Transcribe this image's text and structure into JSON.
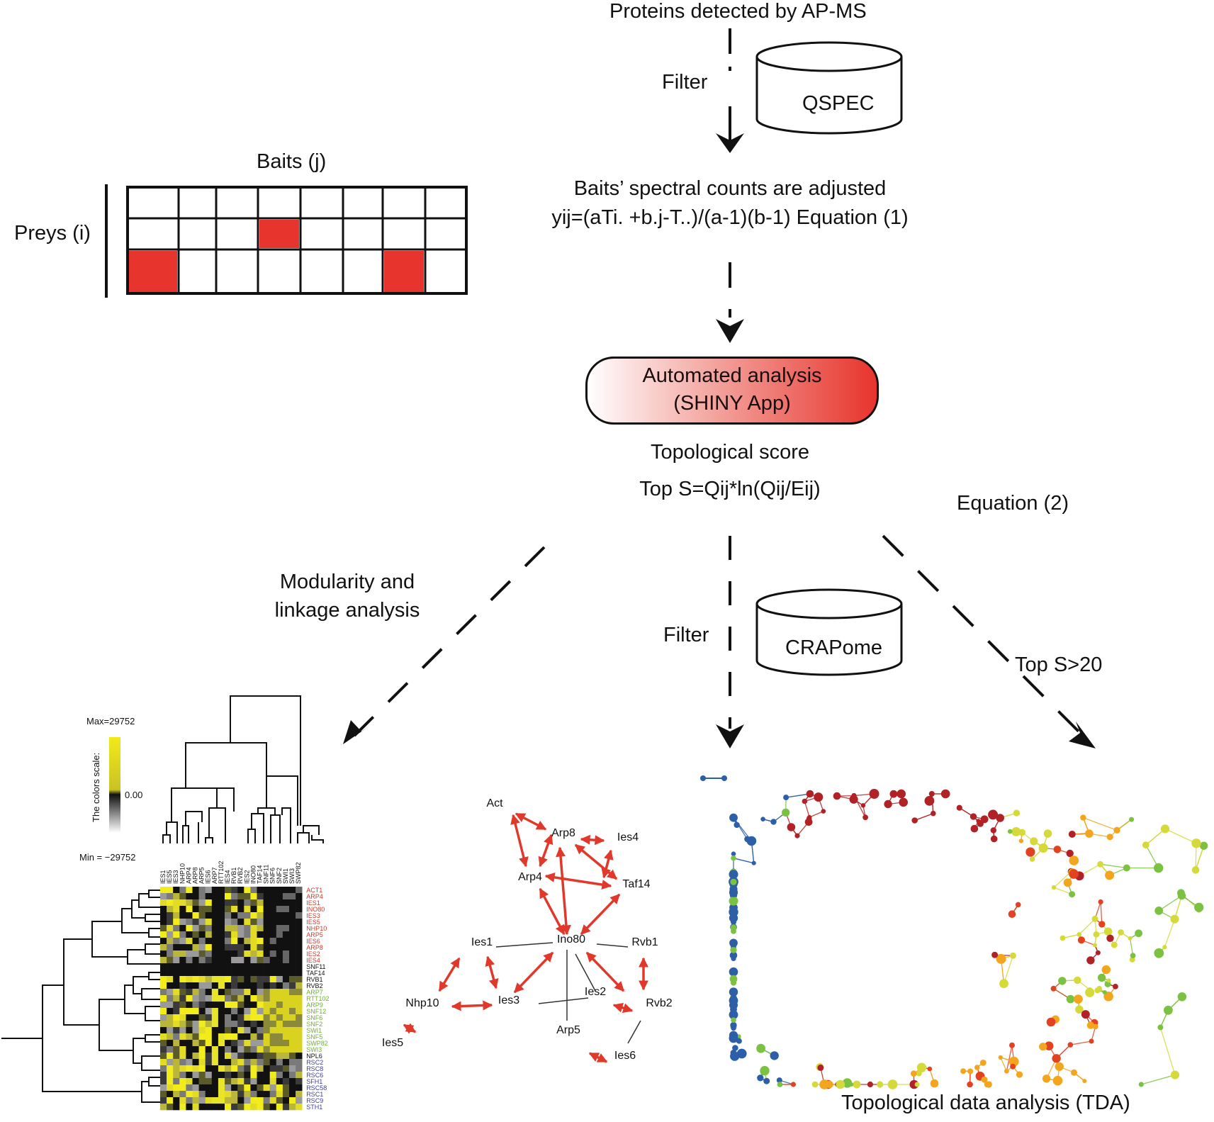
{
  "top": {
    "source_label": "Proteins detected  by AP-MS",
    "filter1_label": "Filter",
    "qspec_label": "QSPEC",
    "adjust_line1": "Baits’ spectral counts are adjusted",
    "adjust_line2": "yij=(aTi. +b.j-T..)/(a-1)(b-1) Equation (1)"
  },
  "matrix": {
    "baits_label": "Baits (j)",
    "preys_label": "Preys (i)",
    "rows": 3,
    "cols": 8,
    "highlight_color": "#e7342c",
    "highlighted_cells": [
      [
        1,
        3
      ],
      [
        2,
        0
      ],
      [
        2,
        6
      ]
    ]
  },
  "automation": {
    "line1": "Automated  analysis",
    "line2": "(SHINY App)",
    "score_title": "Topological score",
    "score_formula": "Top S=Qij*ln(Qij/Eij)",
    "equation2_label": "Equation (2)"
  },
  "branches": {
    "modularity_line1": "Modularity and",
    "modularity_line2": "linkage analysis",
    "filter2_label": "Filter",
    "crapome_label": "CRAPome",
    "tops_label": "Top S>20"
  },
  "heatmap": {
    "max_label": "Max=29752",
    "min_label": "Min = −29752",
    "scale_title": "The colors scale:",
    "zero_label": "0.00",
    "columns": [
      "IES1",
      "IES5",
      "IES3",
      "NHP10",
      "ARP4",
      "ARP8",
      "ARP5",
      "IES6",
      "ARP7",
      "RTT102",
      "IES4",
      "RVB1",
      "RVB2",
      "IES2",
      "INO80",
      "TAF14",
      "SNF11",
      "SNF6",
      "SNF2",
      "SWI1",
      "SWI3",
      "SWP82"
    ],
    "rows": [
      {
        "label": "ACT1",
        "color": "#d33a2c"
      },
      {
        "label": "ARP4",
        "color": "#d33a2c"
      },
      {
        "label": "IES1",
        "color": "#d33a2c"
      },
      {
        "label": "INO80",
        "color": "#d33a2c"
      },
      {
        "label": "IES3",
        "color": "#d33a2c"
      },
      {
        "label": "IES5",
        "color": "#d33a2c"
      },
      {
        "label": "NHP10",
        "color": "#d33a2c"
      },
      {
        "label": "ARP5",
        "color": "#d33a2c"
      },
      {
        "label": "IES6",
        "color": "#d33a2c"
      },
      {
        "label": "ARP8",
        "color": "#d33a2c"
      },
      {
        "label": "IES2",
        "color": "#d33a2c"
      },
      {
        "label": "IES4",
        "color": "#d33a2c"
      },
      {
        "label": "SNF11",
        "color": "#111111"
      },
      {
        "label": "TAF14",
        "color": "#111111"
      },
      {
        "label": "RVB1",
        "color": "#111111"
      },
      {
        "label": "RVB2",
        "color": "#111111"
      },
      {
        "label": "ARP7",
        "color": "#6ab42d"
      },
      {
        "label": "RTT102",
        "color": "#6ab42d"
      },
      {
        "label": "ARP9",
        "color": "#6ab42d"
      },
      {
        "label": "SNF12",
        "color": "#6ab42d"
      },
      {
        "label": "SNF6",
        "color": "#6ab42d"
      },
      {
        "label": "SNF2",
        "color": "#6ab42d"
      },
      {
        "label": "SWI1",
        "color": "#6ab42d"
      },
      {
        "label": "SNF5",
        "color": "#6ab42d"
      },
      {
        "label": "SWP82",
        "color": "#6ab42d"
      },
      {
        "label": "SWI3",
        "color": "#6ab42d"
      },
      {
        "label": "NPL6",
        "color": "#111111"
      },
      {
        "label": "RSC2",
        "color": "#3b3fa6"
      },
      {
        "label": "RSC8",
        "color": "#3b3fa6"
      },
      {
        "label": "RSC6",
        "color": "#3b3fa6"
      },
      {
        "label": "SFH1",
        "color": "#3b3fa6"
      },
      {
        "label": "RSC58",
        "color": "#3b3fa6"
      },
      {
        "label": "RSC1",
        "color": "#3b3fa6"
      },
      {
        "label": "RSC9",
        "color": "#3b3fa6"
      },
      {
        "label": "STH1",
        "color": "#3b3fa6"
      }
    ]
  },
  "network": {
    "nodes": [
      "Act",
      "Arp8",
      "Ies4",
      "Arp4",
      "Taf14",
      "Ino80",
      "Ies1",
      "Rvb1",
      "Nhp10",
      "Ies3",
      "Ies2",
      "Rvb2",
      "Arp5",
      "Ies5",
      "Ies6"
    ],
    "arrow_color": "#e0392b"
  },
  "tda": {
    "caption": "Topological data analysis (TDA)",
    "palette": [
      "#2c5fa8",
      "#2aa7a0",
      "#7cc242",
      "#d6d93a",
      "#f2a51d",
      "#e2421f",
      "#b12226"
    ]
  }
}
